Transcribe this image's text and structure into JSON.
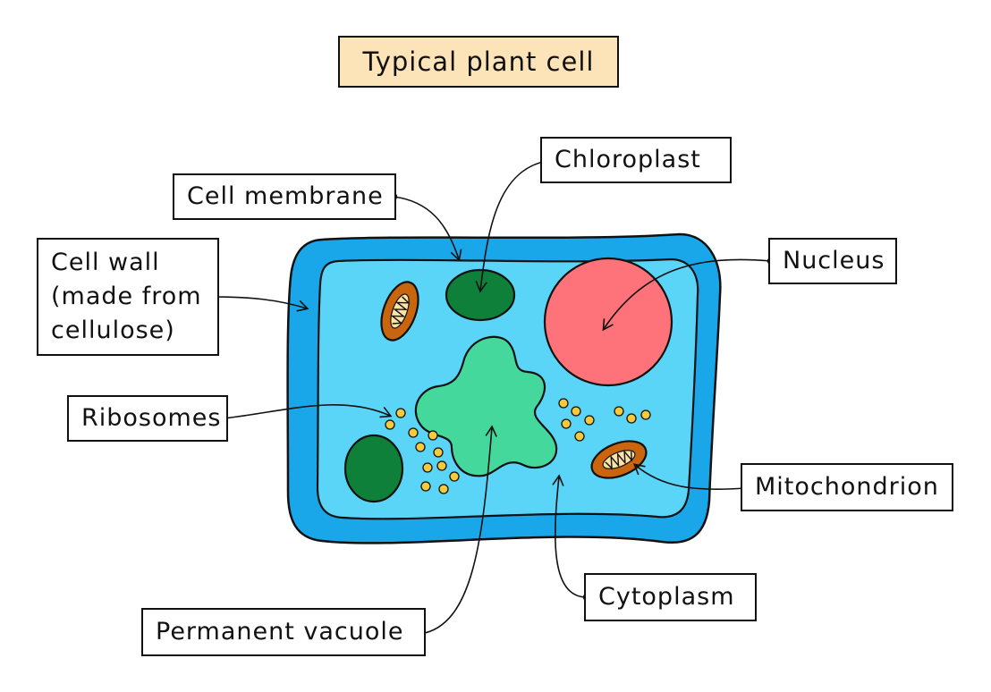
{
  "title": "Typical plant cell",
  "colors": {
    "cell_wall": "#1aa7ea",
    "cytoplasm": "#5ad4f7",
    "nucleus": "#fd7379",
    "chloroplast": "#0f8039",
    "vacuole": "#45d89c",
    "mitochondrion": "#c8650e",
    "ribosome": "#f7c93c",
    "title_fill": "#fde3b8"
  },
  "labels": {
    "chloroplast": "Chloroplast",
    "cell_membrane": "Cell membrane",
    "nucleus": "Nucleus",
    "cell_wall": [
      "Cell wall",
      "(made from",
      "cellulose)"
    ],
    "ribosomes": "Ribosomes",
    "mitochondrion": "Mitochondrion",
    "cytoplasm": "Cytoplasm",
    "permanent_vacuole": "Permanent vacuole"
  }
}
